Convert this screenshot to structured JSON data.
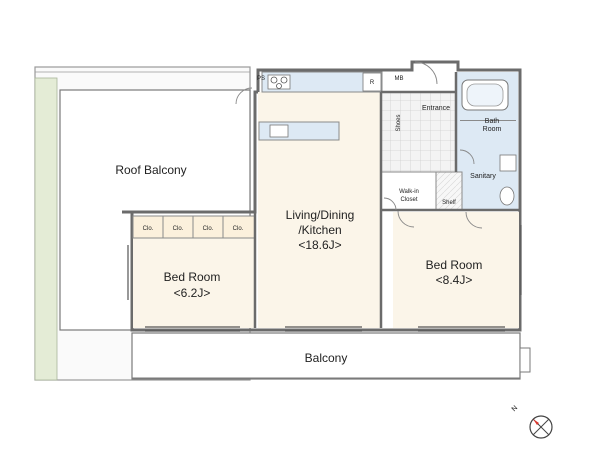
{
  "rooms": {
    "roof_balcony": "Roof Balcony",
    "living_line1": "Living/Dining",
    "living_line2": "/Kitchen",
    "living_size": "<18.6J>",
    "bed1_name": "Bed Room",
    "bed1_size": "<6.2J>",
    "bed2_name": "Bed Room",
    "bed2_size": "<8.4J>",
    "balcony": "Balcony",
    "entrance": "Entrance",
    "shoes": "Shoes",
    "bath_line1": "Bath",
    "bath_line2": "Room",
    "sanitary": "Sanitary",
    "walkin_line1": "Walk-in",
    "walkin_line2": "Closet",
    "shelf": "Shelf",
    "closets": [
      "Clo.",
      "Clo.",
      "Clo.",
      "Clo."
    ],
    "fridge": "R",
    "mb": "MB",
    "ps": "PS"
  },
  "compass": {
    "label": "N"
  },
  "colors": {
    "wall": "#6b6b6b",
    "floor_tint": "#f6efe0",
    "wet_area": "#dde9f4",
    "tile": "#e9e9e9",
    "line": "#8a8a8a"
  }
}
